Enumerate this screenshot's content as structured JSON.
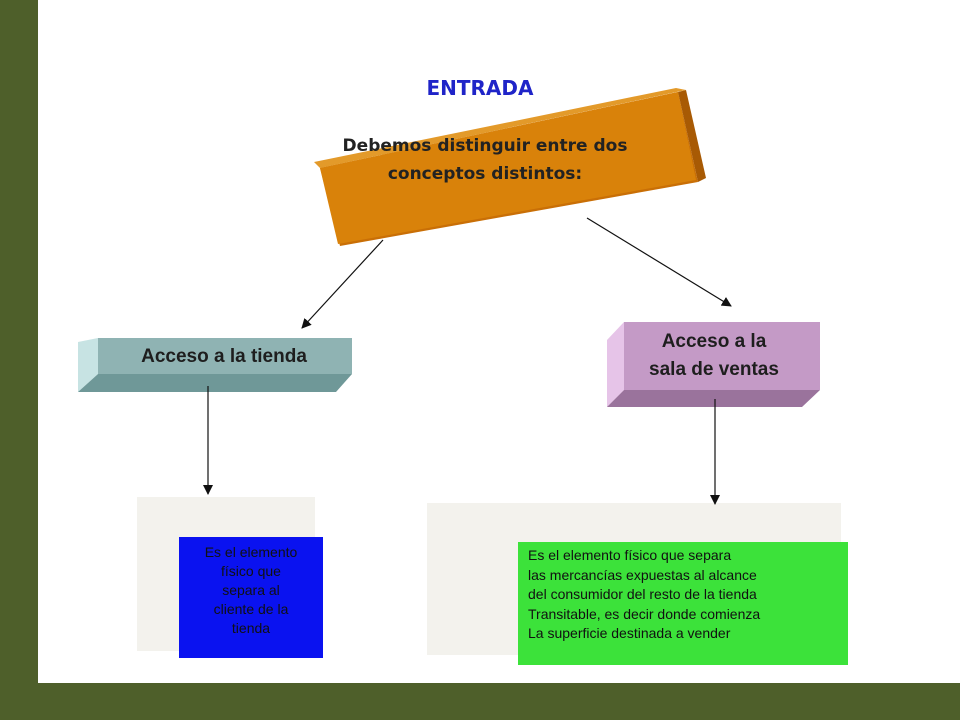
{
  "title": "ENTRADA",
  "subtitle": "Debemos distinguir entre dos\nconceptos distintos:",
  "left": {
    "label": "Acceso a la tienda",
    "description": "Es el elemento\nfísico que\nsepara al\ncliente de la\ntienda"
  },
  "right": {
    "label": "Acceso a la\nsala de ventas",
    "description": "Es el elemento físico que separa\nlas mercancías expuestas al alcance\ndel consumidor del resto de la tienda\nTransitable, es decir donde comienza\nLa superficie destinada a vender"
  },
  "colors": {
    "frame": "#4e5f2a",
    "top_box": "#d9820a",
    "left_box": "#8fb3b3",
    "right_box": "#c49ac6",
    "left_desc": "#0a12f0",
    "right_desc": "#3ce23a",
    "title": "#1f24c8"
  }
}
